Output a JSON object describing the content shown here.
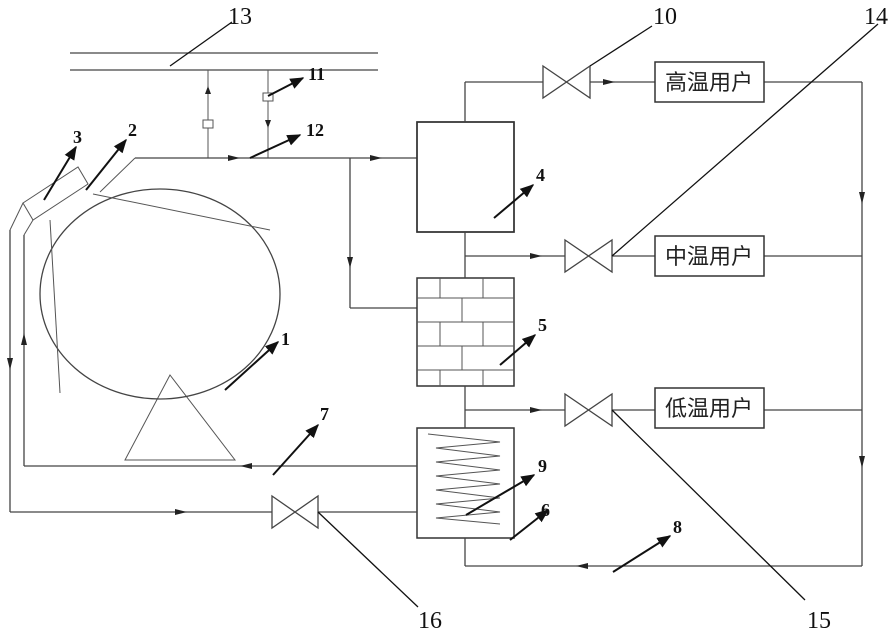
{
  "callouts": [
    "1",
    "2",
    "3",
    "4",
    "5",
    "6",
    "7",
    "8",
    "9",
    "10",
    "11",
    "12",
    "13",
    "14",
    "15",
    "16"
  ],
  "users": {
    "high": "高温用户",
    "mid": "中温用户",
    "low": "低温用户"
  }
}
